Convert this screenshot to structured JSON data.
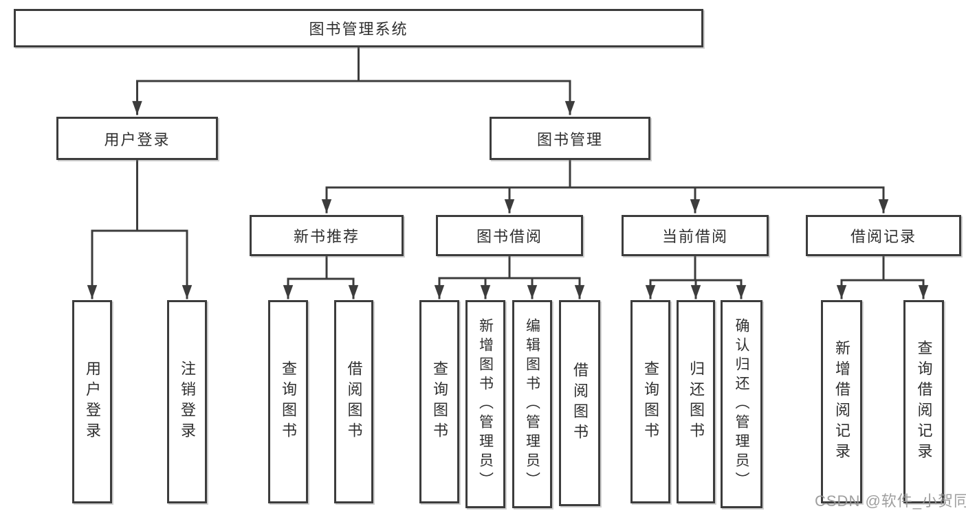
{
  "diagram": {
    "root": "图书管理系统",
    "user_branch": {
      "label": "用户登录",
      "children": [
        "用户登录",
        "注销登录"
      ]
    },
    "book_branch": {
      "label": "图书管理",
      "groups": [
        {
          "label": "新书推荐",
          "children": [
            "查询图书",
            "借阅图书"
          ]
        },
        {
          "label": "图书借阅",
          "children": [
            "查询图书",
            "新增图书（管理员）",
            "编辑图书（管理员）",
            "借阅图书"
          ]
        },
        {
          "label": "当前借阅",
          "children": [
            "查询图书",
            "归还图书",
            "确认归还（管理员）"
          ]
        },
        {
          "label": "借阅记录",
          "children": [
            "新增借阅记录",
            "查询借阅记录"
          ]
        }
      ]
    }
  },
  "watermark": "CSDN @软件_小贺同学",
  "colors": {
    "line": "#3c3c3c",
    "text": "#2f2f2f",
    "watermark": "#949494",
    "background": "#ffffff"
  }
}
